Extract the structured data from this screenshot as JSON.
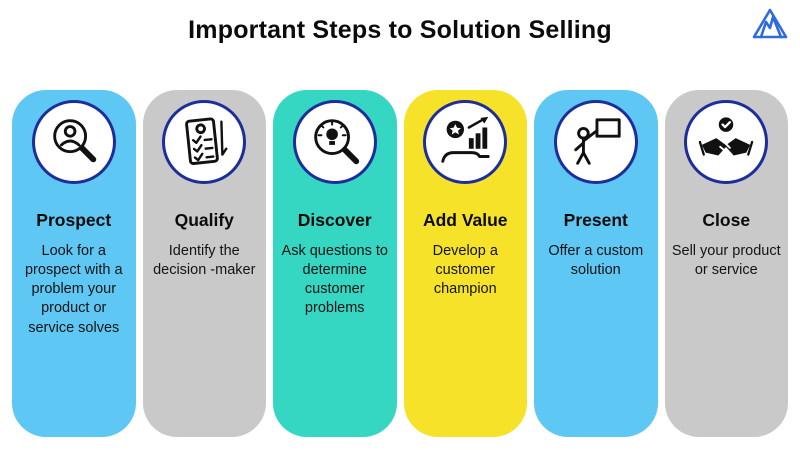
{
  "page": {
    "title": "Important Steps to Solution Selling"
  },
  "colors": {
    "blue": "#5EC7F4",
    "gray": "#C9C9C9",
    "teal": "#35D6C2",
    "yellow": "#F6E228",
    "icon_ring": "#1D2E9B",
    "logo_blue": "#2E6BE0",
    "text": "#0B0B0B"
  },
  "logo": {
    "name": "triangle-m-logo"
  },
  "steps": [
    {
      "heading": "Prospect",
      "description": "Look for a prospect with a problem your product or service solves",
      "bg_color": "#5EC7F4",
      "icon": "magnifier-person-icon"
    },
    {
      "heading": "Qualify",
      "description": "Identify the decision -maker",
      "bg_color": "#C9C9C9",
      "icon": "checklist-pencil-icon"
    },
    {
      "heading": "Discover",
      "description": "Ask questions to determine customer problems",
      "bg_color": "#35D6C2",
      "icon": "magnifier-lightbulb-icon"
    },
    {
      "heading": "Add Value",
      "description": "Develop a customer champion",
      "bg_color": "#F6E228",
      "icon": "hand-star-growth-icon"
    },
    {
      "heading": "Present",
      "description": "Offer a custom solution",
      "bg_color": "#5EC7F4",
      "icon": "presenter-board-icon"
    },
    {
      "heading": "Close",
      "description": "Sell your product or service",
      "bg_color": "#C9C9C9",
      "icon": "handshake-check-icon"
    }
  ]
}
